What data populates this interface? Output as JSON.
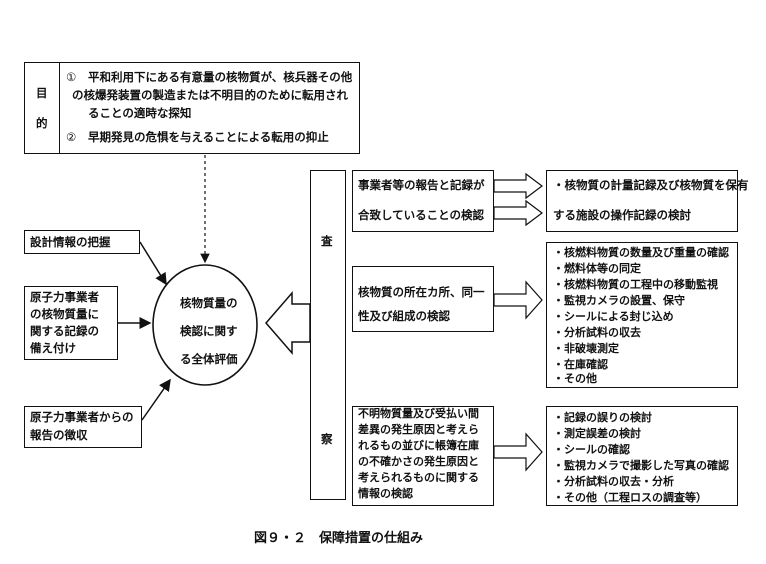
{
  "purpose": {
    "label_chars": [
      "目",
      "的"
    ],
    "items": [
      {
        "marker": "①",
        "lines": [
          "平和利用下にある有意量の核物質が、核兵器その他",
          "の核爆発装置の製造または不明目的のために転用され",
          "ることの適時な探知"
        ]
      },
      {
        "marker": "②",
        "lines": [
          "早期発見の危惧を与えることによる転用の抑止"
        ]
      }
    ]
  },
  "inputs": [
    {
      "lines": [
        "設計情報の把握"
      ]
    },
    {
      "lines": [
        "原子力事業者",
        "の核物質量に",
        "関する記録の",
        "備え付け"
      ]
    },
    {
      "lines": [
        "原子力事業者からの",
        "報告の徴収"
      ]
    }
  ],
  "center": {
    "lines": [
      "核物質量の",
      "検認に関す",
      "る全体評価"
    ]
  },
  "inspection": {
    "label_chars": [
      "査",
      "察"
    ]
  },
  "checks": [
    {
      "lines": [
        "事業者等の報告と記録が",
        "合致していることの検認"
      ]
    },
    {
      "lines": [
        "核物質の所在カ所、同一",
        "性及び組成の検認"
      ]
    },
    {
      "lines": [
        "不明物質量及び受払い間",
        "差異の発生原因と考えら",
        "れるもの並びに帳簿在庫",
        "の不確かさの発生原因と",
        "考えられるものに関する",
        "情報の検認"
      ]
    }
  ],
  "details": [
    {
      "items": [
        "・核物質の計量記録及び核物質を保有",
        "する施設の操作記録の検討"
      ]
    },
    {
      "items": [
        "・核燃料物質の数量及び重量の確認",
        "・燃料体等の同定",
        "・核燃料物質の工程中の移動監視",
        "・監視カメラの設置、保守",
        "・シールによる封じ込め",
        "・分析試料の収去",
        "・非破壊測定",
        "・在庫確認",
        "・その他"
      ]
    },
    {
      "items": [
        "・記録の誤りの検討",
        "・測定誤差の検討",
        "・シールの確認",
        "・監視カメラで撮影した写真の確認",
        "・分析試料の収去・分析",
        "・その他（工程ロスの調査等）"
      ]
    }
  ],
  "caption": "図９・２　保障措置の仕組み"
}
